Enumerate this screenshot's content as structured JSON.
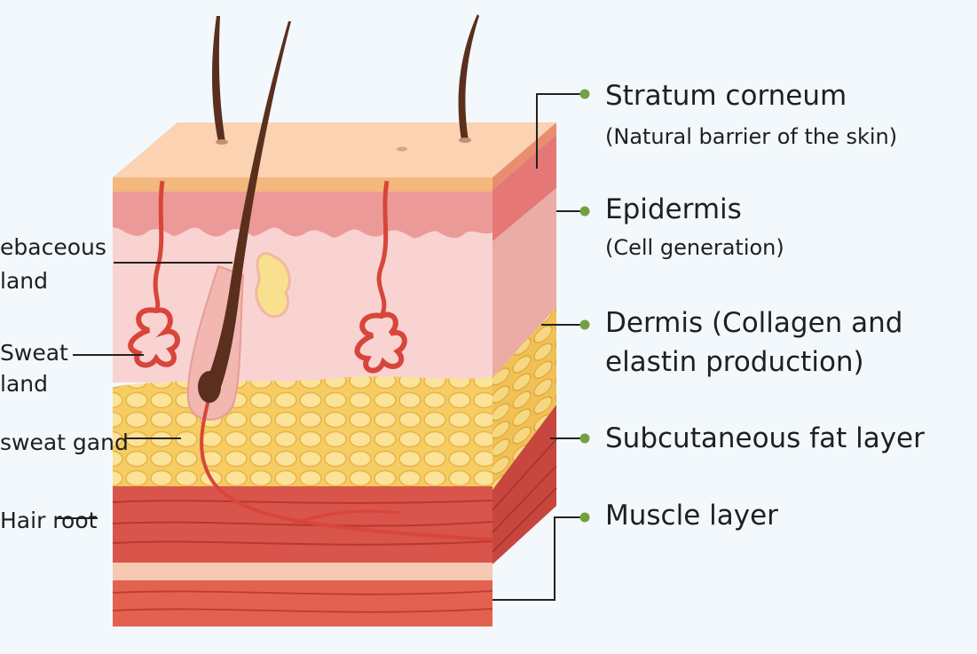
{
  "colors": {
    "background": "#f2f8fb",
    "stratum": "#f4b77e",
    "epidermis": "#e98a87",
    "dermis": "#f8d3d1",
    "fat": "#f8d77e",
    "muscle": "#d9544b",
    "hair": "#5a2f1e",
    "vessel": "#d8453a",
    "leader_dot": "#72a240",
    "leader_line": "#222222"
  },
  "right_labels": {
    "stratum_title": "Stratum corneum",
    "stratum_sub": "(Natural barrier of the skin)",
    "epidermis_title": "Epidermis",
    "epidermis_sub": "(Cell generation)",
    "dermis_line1": "Dermis (Collagen and",
    "dermis_line2": "elastin production)",
    "fat_title": "Subcutaneous fat layer",
    "muscle_title": "Muscle layer"
  },
  "left_labels": {
    "sebaceous_line1": "ebaceous",
    "sebaceous_line2": "land",
    "sweat_line1": "Sweat",
    "sweat_line2": "land",
    "sweat_gand": "sweat gand",
    "hair_root": "Hair root"
  }
}
